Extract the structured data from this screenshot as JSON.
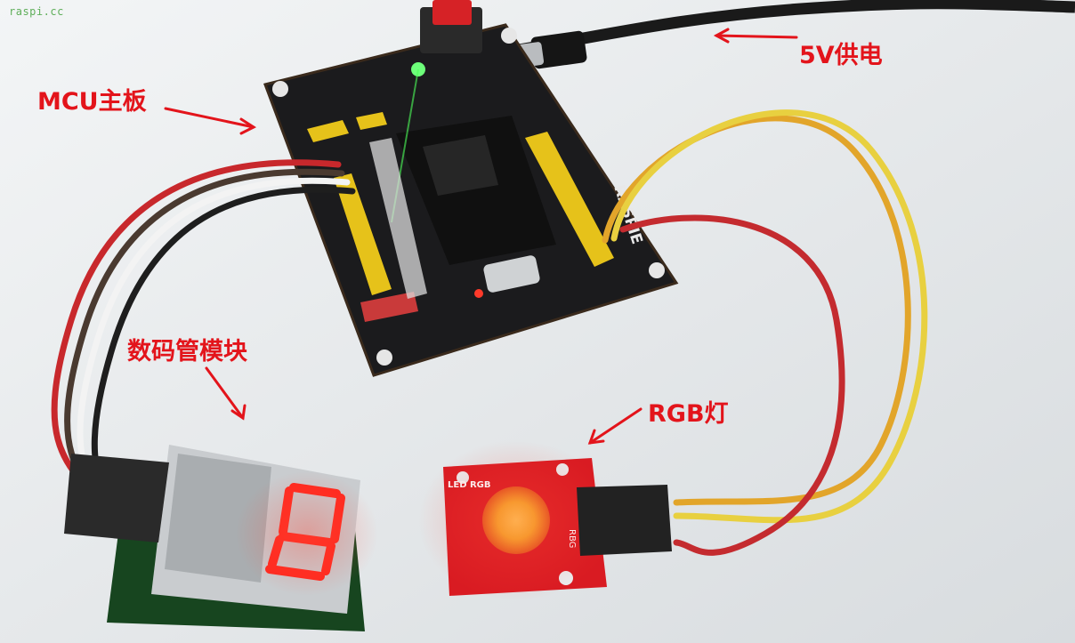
{
  "watermark": "raspi.cc",
  "annotations": {
    "mcu_board": "MCU主板",
    "power": "5V供电",
    "seven_segment_module": "数码管模块",
    "rgb_led": "RGB灯"
  },
  "board_silkscreen": {
    "brand": "RASPIE",
    "rgb_module_label": "LED RGB",
    "rgb_pins": "RBG"
  },
  "colors": {
    "annotation_red": "#e3141b",
    "pcb_black": "#1b1b1d",
    "module_red": "#d91b22",
    "segment_lit": "#ff2a1f",
    "led_glow": "#f2d13a"
  }
}
